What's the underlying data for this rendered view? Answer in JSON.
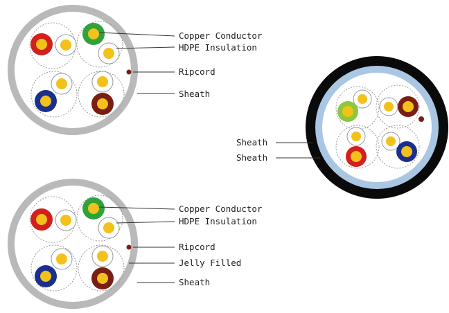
{
  "colors": {
    "sheath_grey": "#b9b9b9",
    "sheath_black": "#0a0a0a",
    "inner_sheath_blue": "#a9c6e3",
    "copper": "#f2c21b",
    "insulation_red": "#d3201f",
    "insulation_green": "#2fa33a",
    "insulation_light_green": "#8dc63f",
    "insulation_blue": "#1b2f8f",
    "insulation_brown": "#7a1e14",
    "insulation_white": "#ffffff",
    "ripcord": "#7a1e14"
  },
  "diagrams": {
    "top_left": {
      "labels": {
        "copper_conductor": "Copper Conductor",
        "hdpe_insulation": "HDPE Insulation",
        "ripcord": "Ripcord",
        "sheath": "Sheath"
      }
    },
    "right": {
      "labels": {
        "sheath_outer": "Sheath",
        "sheath_inner": "Sheath"
      }
    },
    "bottom_left": {
      "labels": {
        "copper_conductor": "Copper Conductor",
        "hdpe_insulation": "HDPE Insulation",
        "ripcord": "Ripcord",
        "jelly_filled": "Jelly Filled",
        "sheath": "Sheath"
      }
    }
  }
}
